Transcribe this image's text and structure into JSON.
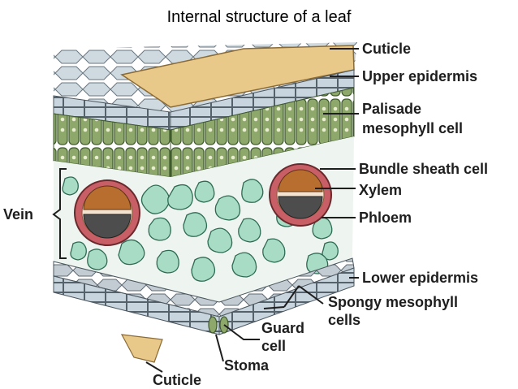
{
  "title": "Internal structure of a leaf",
  "labels": {
    "cuticle_top": "Cuticle",
    "upper_epidermis": "Upper epidermis",
    "palisade_1": "Palisade",
    "palisade_2": "mesophyll cell",
    "bundle_sheath": "Bundle sheath cell",
    "xylem": "Xylem",
    "phloem": "Phloem",
    "vein": "Vein",
    "lower_epidermis": "Lower epidermis",
    "spongy_1": "Spongy mesophyll",
    "spongy_2": "cells",
    "guard_1": "Guard",
    "guard_2": "cell",
    "stoma": "Stoma",
    "cuticle_bottom": "Cuticle"
  },
  "colors": {
    "cuticle": "#e9c98a",
    "epidermis": "#c7d3dc",
    "palisade": "#8ea76b",
    "spongy": "#a9dcc4",
    "bundle_sheath": "#c85f66",
    "xylem": "#b86e2f",
    "phloem": "#4d4d4d",
    "air_space": "#ffffff"
  }
}
